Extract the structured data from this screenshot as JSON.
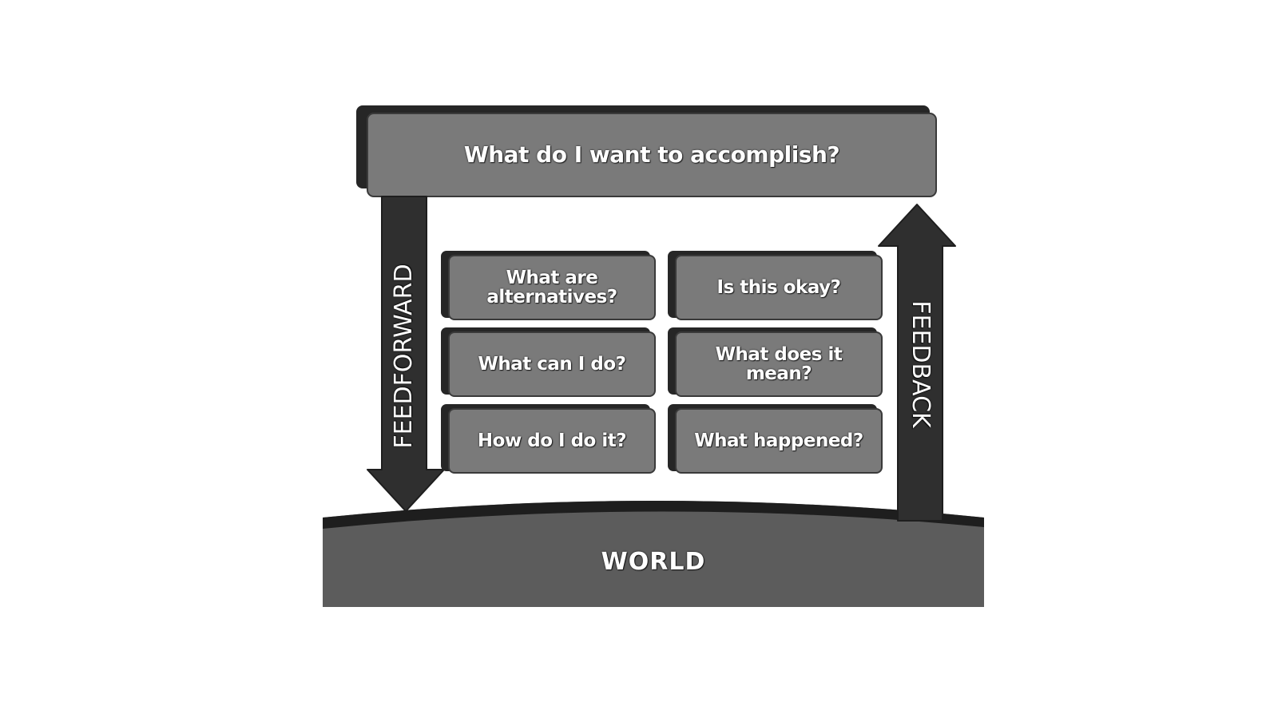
{
  "goal": {
    "label": "What do I want to accomplish?"
  },
  "feedforward": {
    "label": "FEEDFORWARD"
  },
  "feedback": {
    "label": "FEEDBACK"
  },
  "world": {
    "label": "WORLD"
  },
  "questions_left": [
    {
      "label": "What are alternatives?"
    },
    {
      "label": "What can I do?"
    },
    {
      "label": "How do I do it?"
    }
  ],
  "questions_right": [
    {
      "label": "Is this okay?"
    },
    {
      "label": "What does it mean?"
    },
    {
      "label": "What happened?"
    }
  ],
  "colors": {
    "box_fill": "#7a7a7a",
    "box_shadow": "#2a2a2a",
    "arrow": "#2f2f2f",
    "world_fill": "#5c5c5c",
    "world_edge": "#1e1e1e"
  }
}
